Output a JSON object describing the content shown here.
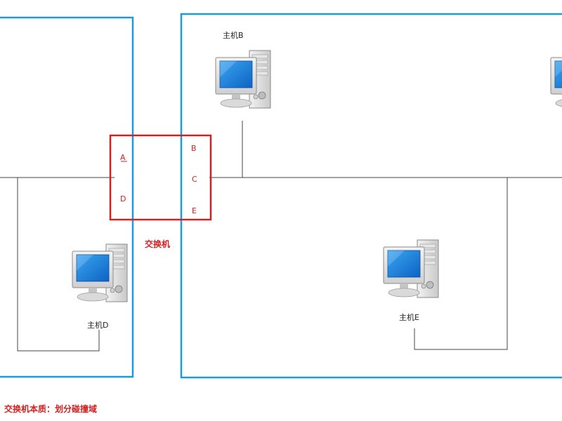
{
  "hosts": {
    "b": {
      "label": "主机B"
    },
    "d": {
      "label": "主机D"
    },
    "e": {
      "label": "主机E"
    }
  },
  "switch": {
    "label": "交换机",
    "ports": {
      "a": "A",
      "b": "B",
      "c": "C",
      "d": "D",
      "e": "E"
    }
  },
  "caption": "交换机本质：划分碰撞域",
  "colors": {
    "domain_border": "#1e9bd7",
    "switch_border": "#d42020",
    "wire": "#444444",
    "caption": "#d42020"
  }
}
